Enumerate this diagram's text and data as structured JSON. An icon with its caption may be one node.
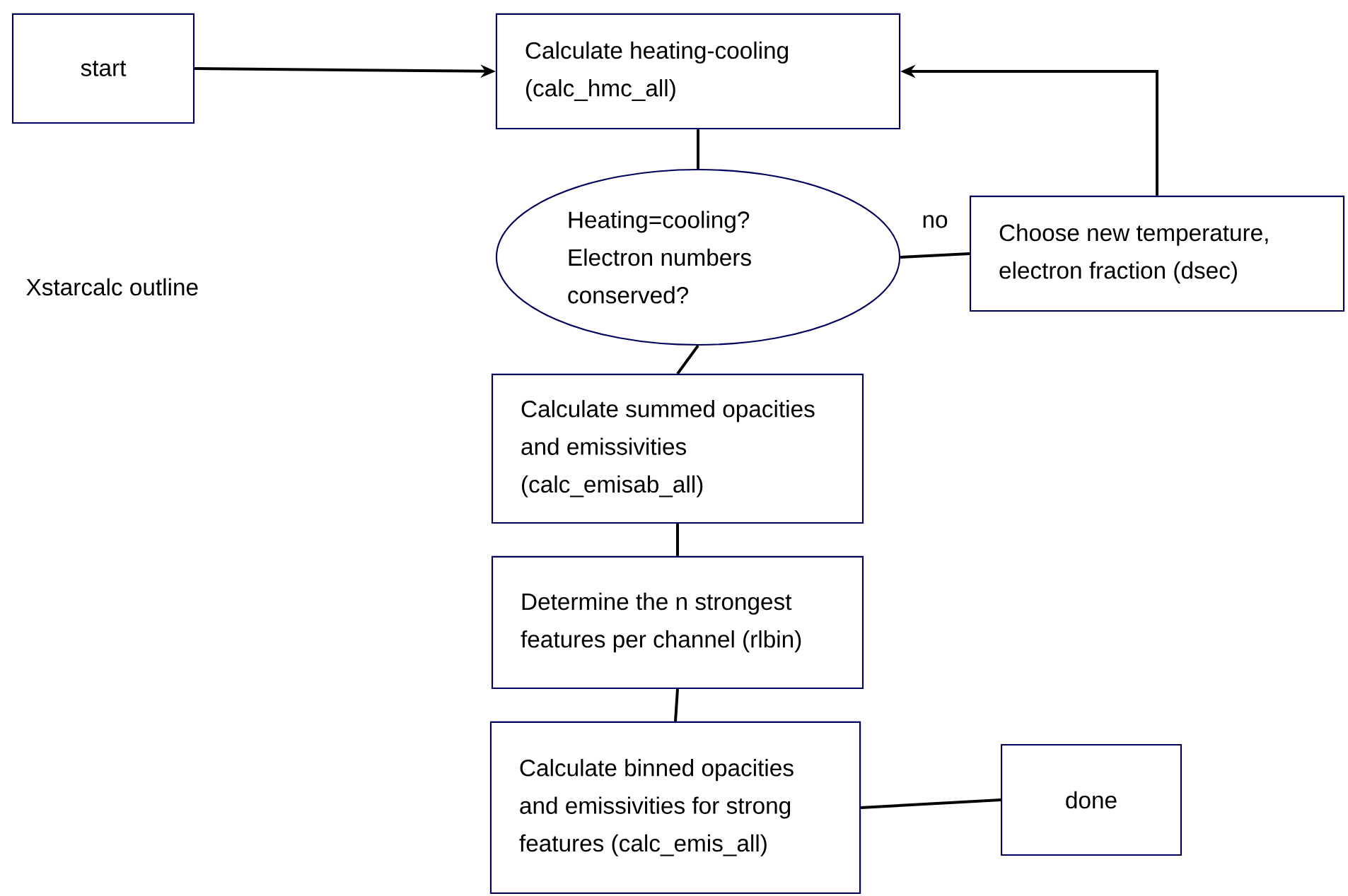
{
  "diagram": {
    "nodes": [
      {
        "text": [
          "start"
        ]
      },
      {
        "text": [
          "Calculate heating-cooling (calc_hmc_all)"
        ]
      },
      {
        "text": [
          "Heating=cooling? Electron numbers conserved?"
        ]
      },
      {
        "text": [
          "Choose new temperature, electron fraction (dsec)"
        ]
      },
      {
        "text": [
          "Calculate summed opacities and emissivities (calc_emisab_all)"
        ]
      },
      {
        "text": [
          "Determine the n strongest features per channel (rlbin)"
        ]
      },
      {
        "text": [
          "Calculate binned opacities and emissivities for strong features (calc_emis_all)"
        ]
      },
      {
        "text": [
          "done"
        ]
      }
    ],
    "edges": [
      {
        "from": 0,
        "to": 1,
        "arrow": "to"
      },
      {
        "from": 1,
        "to": 2,
        "arrow": "none"
      },
      {
        "from": 2,
        "to": 3,
        "arrow": "none",
        "label": "no"
      },
      {
        "from": 3,
        "to": 1,
        "arrow": "to"
      },
      {
        "from": 2,
        "to": 4,
        "arrow": "none"
      },
      {
        "from": 4,
        "to": 5,
        "arrow": "none"
      },
      {
        "from": 5,
        "to": 6,
        "arrow": "none"
      },
      {
        "from": 6,
        "to": 7,
        "arrow": "none"
      }
    ],
    "labels": [
      "Xstarcalc outline"
    ]
  }
}
